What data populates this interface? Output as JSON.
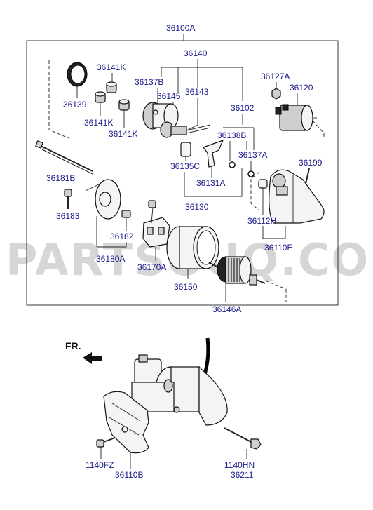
{
  "diagram": {
    "assembly_label": "36100A",
    "watermark": "PARTSOUQ.COM",
    "direction_label": "FR.",
    "parts": {
      "p36140": "36140",
      "p36141K_top": "36141K",
      "p36139": "36139",
      "p36137B": "36137B",
      "p36145": "36145",
      "p36143": "36143",
      "p36127A": "36127A",
      "p36120": "36120",
      "p36102": "36102",
      "p36141K_mid": "36141K",
      "p36141K_low": "36141K",
      "p36138B": "36138B",
      "p36137A": "36137A",
      "p36181B": "36181B",
      "p36135C": "36135C",
      "p36199": "36199",
      "p36131A": "36131A",
      "p36130": "36130",
      "p36183": "36183",
      "p36112H": "36112H",
      "p36182": "36182",
      "p36110E": "36110E",
      "p36180A": "36180A",
      "p36170A": "36170A",
      "p36150": "36150",
      "p36146A": "36146A",
      "p1140FZ": "1140FZ",
      "p36110B": "36110B",
      "p1140HN": "1140HN",
      "p36211": "36211"
    }
  }
}
